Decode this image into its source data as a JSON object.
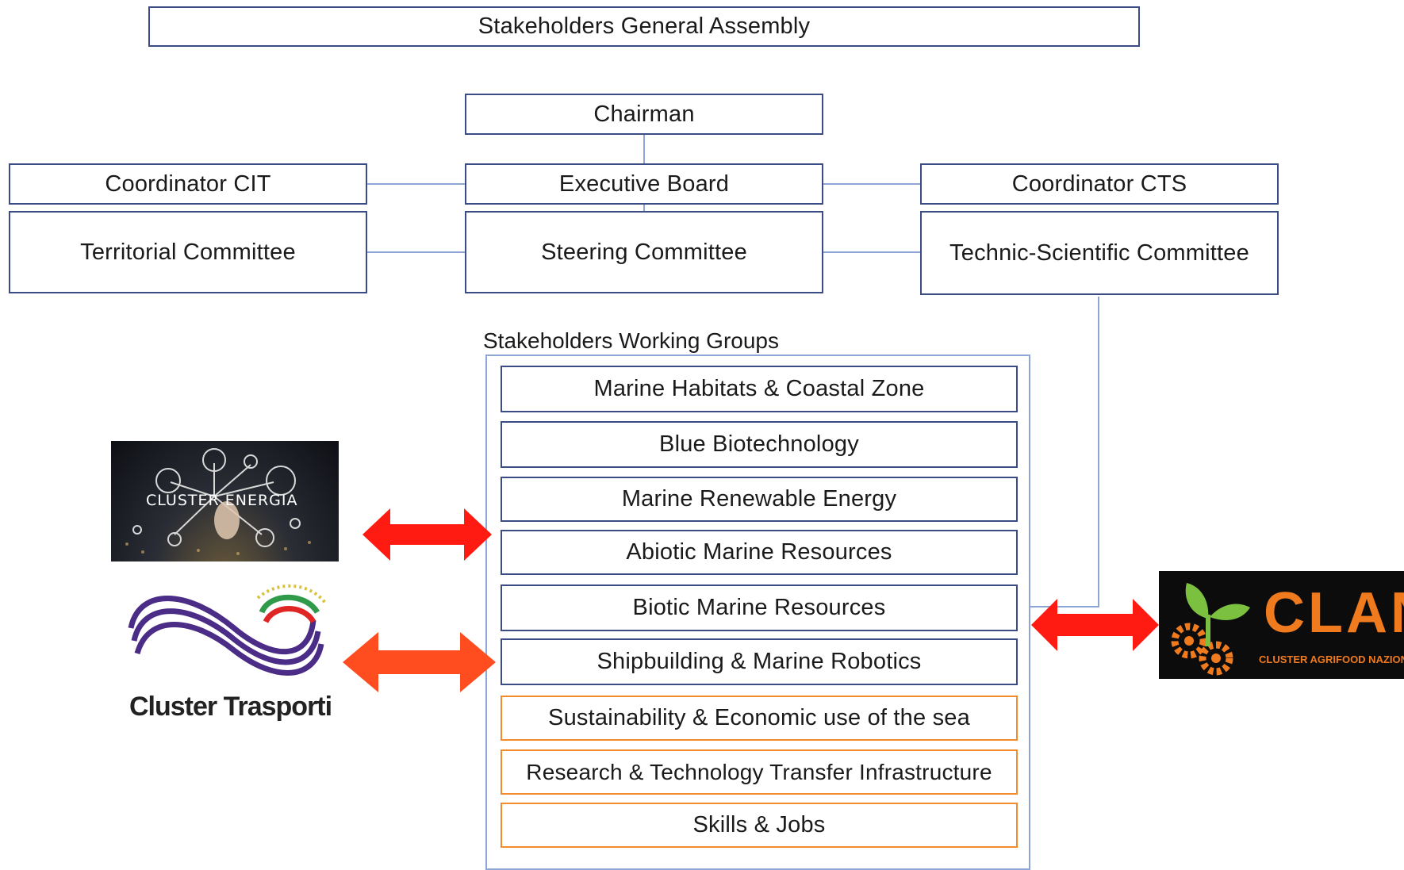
{
  "governance": {
    "assembly": "Stakeholders General Assembly",
    "chairman": "Chairman",
    "coordinator_cit": "Coordinator CIT",
    "executive_board": "Executive Board",
    "coordinator_cts": "Coordinator CTS",
    "territorial_committee": "Territorial Committee",
    "steering_committee": "Steering Committee",
    "technic_scientific_committee": "Technic-Scientific Committee"
  },
  "working_groups": {
    "title": "Stakeholders Working Groups",
    "items": [
      {
        "label": "Marine Habitats & Coastal Zone",
        "border": "#3b4b86"
      },
      {
        "label": "Blue Biotechnology",
        "border": "#3b4b86"
      },
      {
        "label": "Marine Renewable Energy",
        "border": "#3b4b86"
      },
      {
        "label": "Abiotic Marine Resources",
        "border": "#3b4b86"
      },
      {
        "label": "Biotic Marine Resources",
        "border": "#3b4b86"
      },
      {
        "label": "Shipbuilding & Marine Robotics",
        "border": "#3b4b86"
      },
      {
        "label": "Sustainability & Economic use of the sea",
        "border": "#f28a2e"
      },
      {
        "label": "Research & Technology Transfer Infrastructure",
        "border": "#f28a2e"
      },
      {
        "label": "Skills & Jobs",
        "border": "#f28a2e"
      }
    ]
  },
  "logos": {
    "cluster_energia": "CLUSTER ENERGIA",
    "cluster_trasporti": "Cluster Trasporti",
    "clan_name": "CLAN",
    "clan_subtitle": "CLUSTER AGRIFOOD NAZIONALE"
  },
  "colors": {
    "box_border": "#3b4b86",
    "orange_border": "#f28a2e",
    "connector": "#8ea6d6",
    "arrow_red": "#ff1a12",
    "arrow_orange_red": "#ff4d1f"
  }
}
